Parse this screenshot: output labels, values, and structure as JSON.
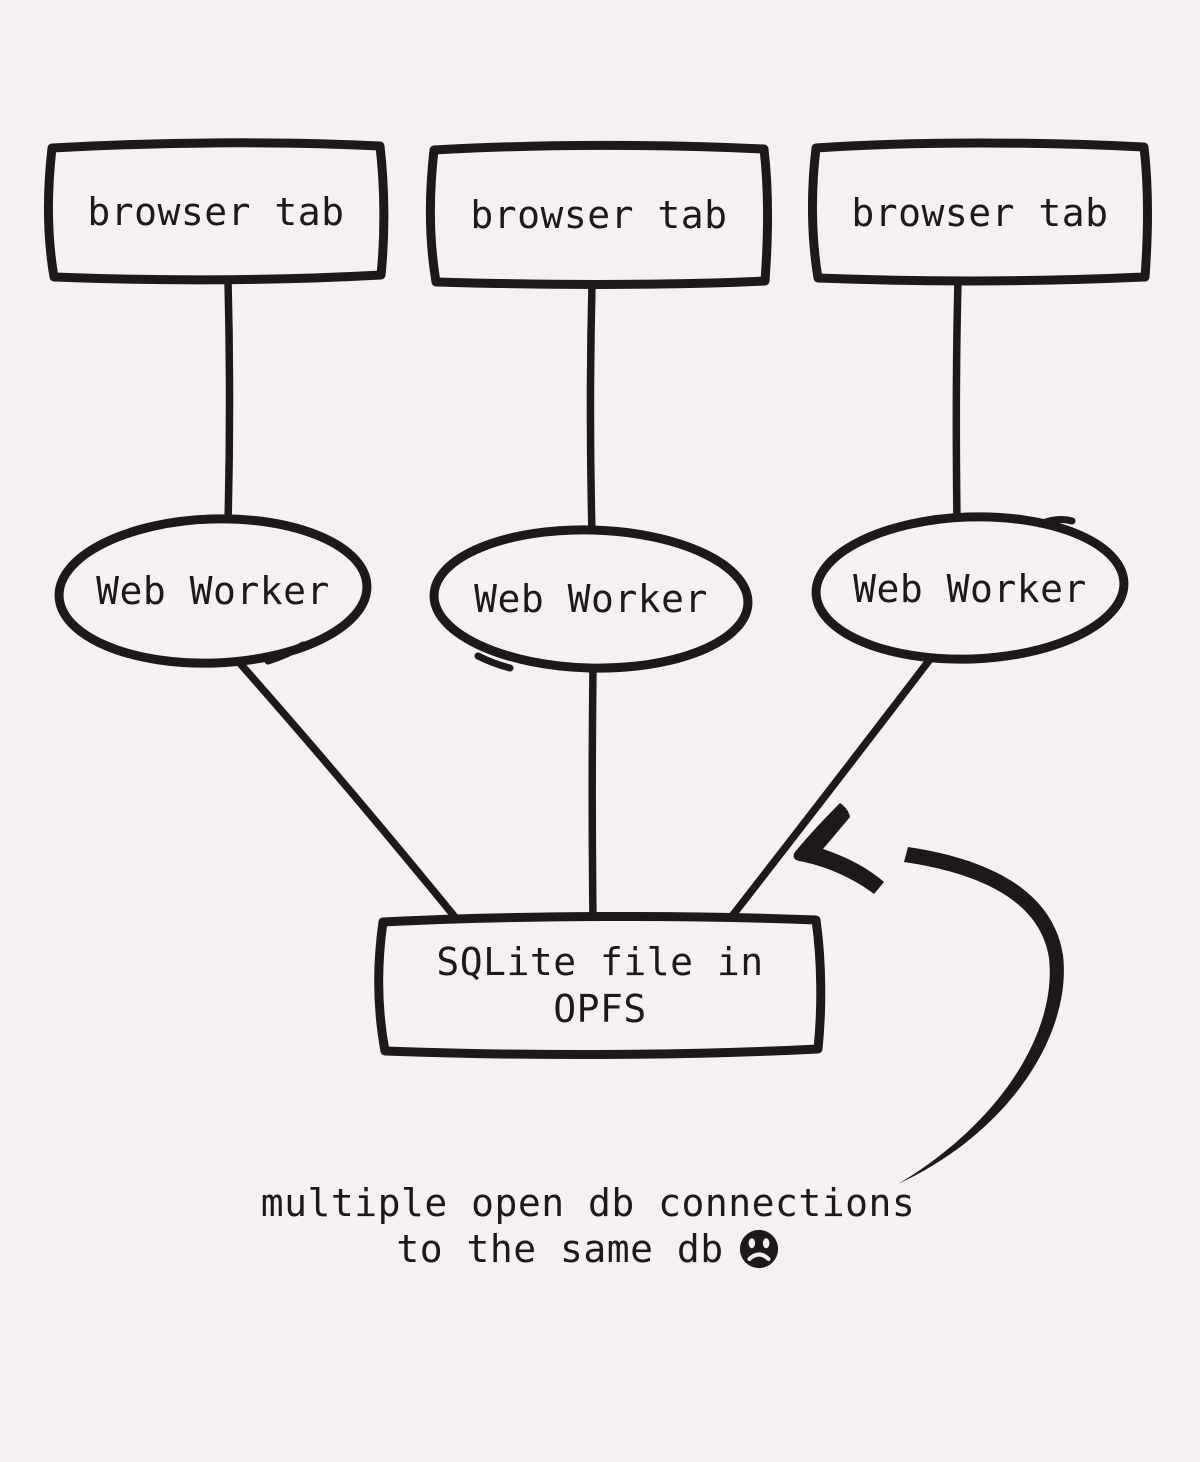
{
  "canvas": {
    "background_color": "#f5f2ed",
    "ink_color": "#1d1916"
  },
  "diagram": {
    "browser_tabs": [
      {
        "label": "browser tab"
      },
      {
        "label": "browser tab"
      },
      {
        "label": "browser tab"
      }
    ],
    "web_workers": [
      {
        "label": "Web Worker"
      },
      {
        "label": "Web Worker"
      },
      {
        "label": "Web Worker"
      }
    ],
    "database": {
      "label_line1": "SQLite file in",
      "label_line2": "OPFS"
    },
    "caption": {
      "line1": "multiple open db connections",
      "line2": "to the same db",
      "emoji_icon": "sad-face"
    }
  }
}
